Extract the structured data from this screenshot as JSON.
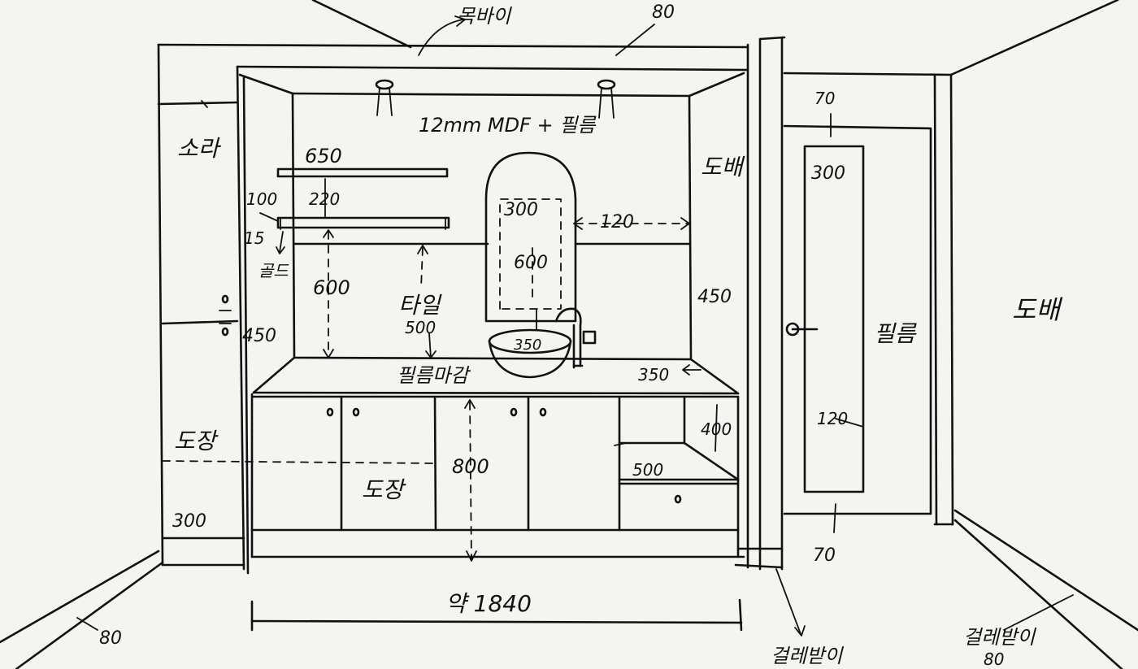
{
  "labels": {
    "molding_top": "목바이",
    "molding_top_size": "80",
    "panel_spec": "12mm MDF + 필름",
    "shelf_width": "650",
    "shelf_depth": "220",
    "shelf_spacing": "100",
    "shelf_thickness": "15",
    "shelf_note": "골드",
    "left_ceiling": "소라",
    "shelf_to_counter": "600",
    "wall_tile_height": "450",
    "tile": "타일",
    "tile_height": "500",
    "mirror_width": "300",
    "mirror_height": "600",
    "mirror_to_wall": "120",
    "wallpaper_right": "도배",
    "right_tile_height": "450",
    "sink_width": "350",
    "counter_depth": "350",
    "counter_finish": "필름마감",
    "cabinet_height": "800",
    "open_shelf_height": "400",
    "open_shelf_width": "500",
    "paint_left": "도장",
    "paint_cabinet": "도장",
    "baseboard_left_height": "300",
    "total_width": "약 1840",
    "baseboard_left": "80",
    "baseboard_bottom": "걸레받이",
    "door_frame_top": "70",
    "door_panel_top": "300",
    "door_finish": "필름",
    "door_panel_side": "120",
    "door_frame_bottom": "70",
    "wallpaper_far": "도배",
    "baseboard_right": "걸레받이",
    "baseboard_right_size": "80"
  }
}
